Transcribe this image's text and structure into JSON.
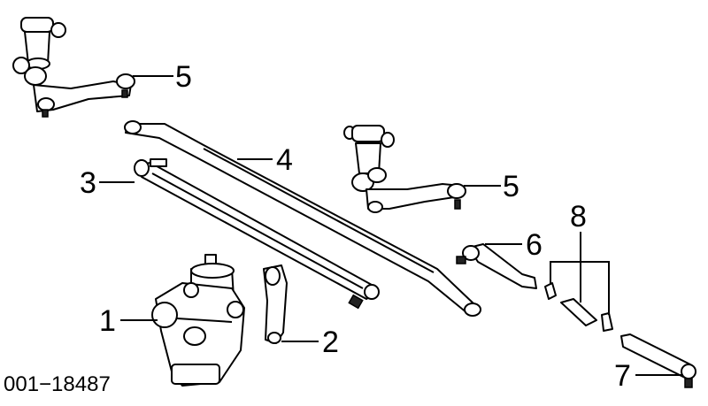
{
  "diagram": {
    "callouts": [
      "1",
      "2",
      "3",
      "4",
      "5",
      "5",
      "6",
      "7",
      "8"
    ],
    "figure_code": "001−18487"
  }
}
